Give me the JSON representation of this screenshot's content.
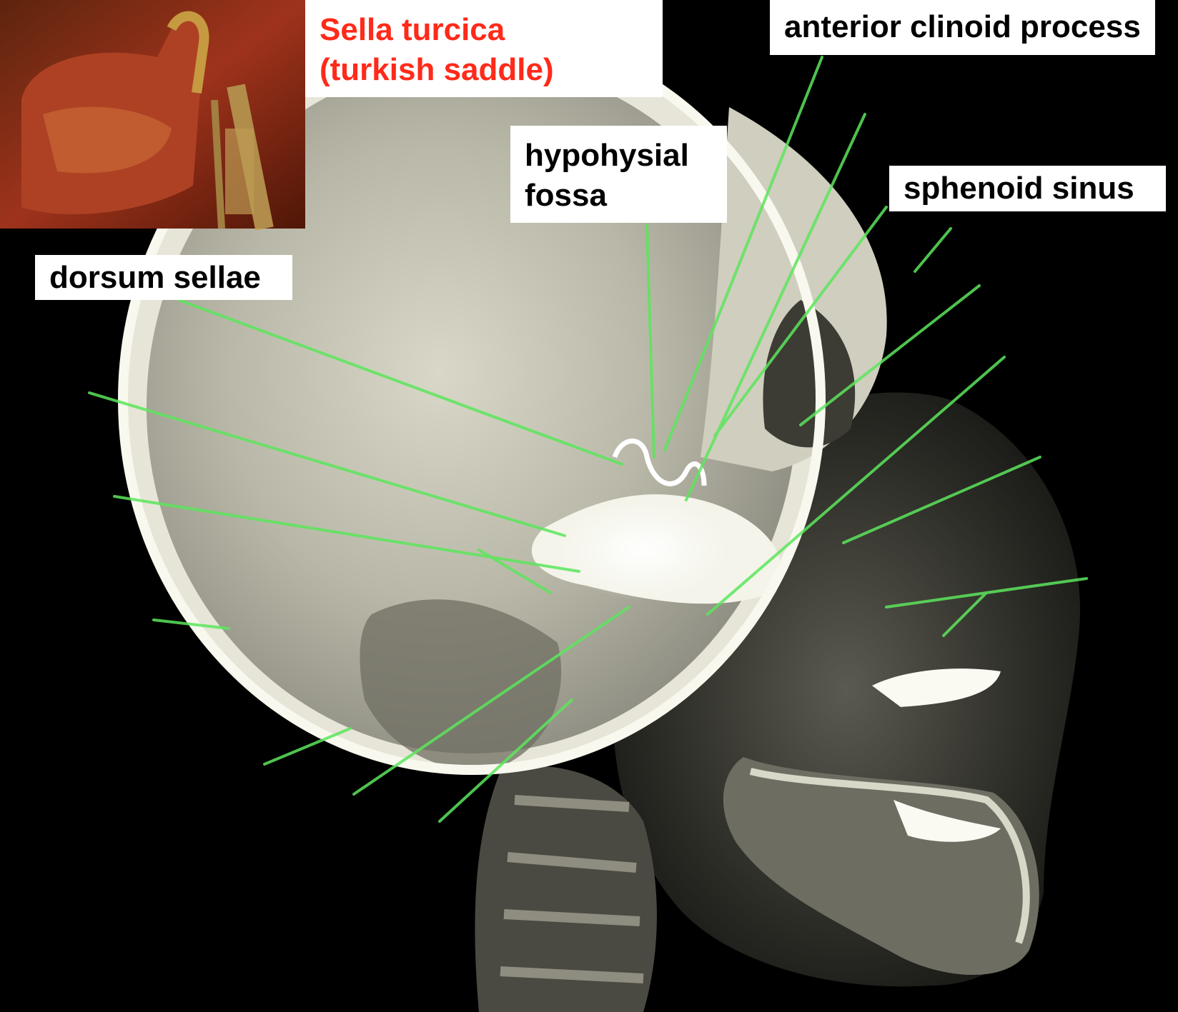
{
  "labels": {
    "sella_line1": "Sella turcica",
    "sella_line2": "(turkish saddle)",
    "anterior_clinoid": "anterior clinoid process",
    "hypophysial_line1": "hypohysial",
    "hypophysial_line2": "fossa",
    "sphenoid_sinus": "sphenoid sinus",
    "dorsum_sellae": "dorsum sellae"
  },
  "colors": {
    "accent_red": "#ff2a1a",
    "pointer_green": "#5ce65c",
    "background": "#000000"
  }
}
